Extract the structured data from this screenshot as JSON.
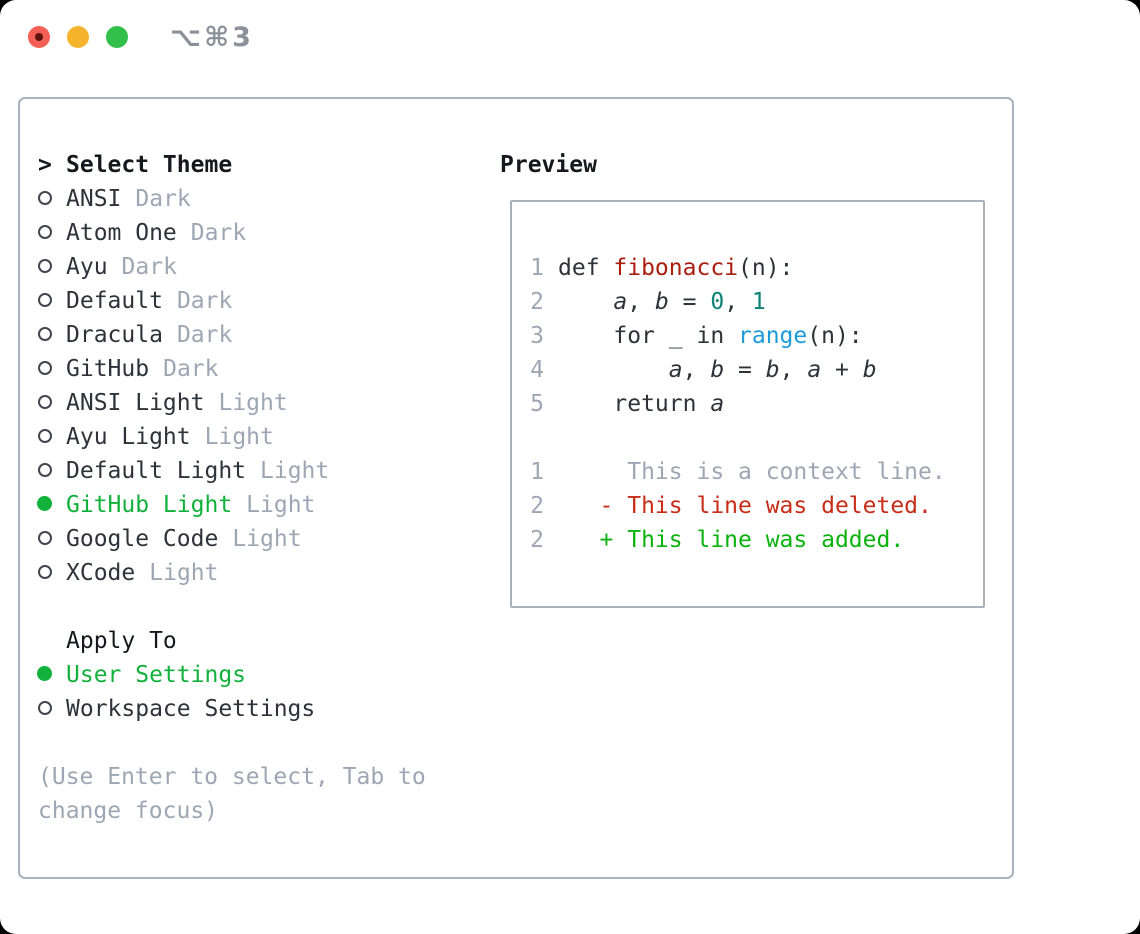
{
  "window": {
    "title": "⌥⌘3"
  },
  "theme_picker": {
    "header_marker": ">",
    "header": "Select Theme",
    "items": [
      {
        "name": "ANSI",
        "tag": "Dark",
        "selected": false
      },
      {
        "name": "Atom One",
        "tag": "Dark",
        "selected": false
      },
      {
        "name": "Ayu",
        "tag": "Dark",
        "selected": false
      },
      {
        "name": "Default",
        "tag": "Dark",
        "selected": false
      },
      {
        "name": "Dracula",
        "tag": "Dark",
        "selected": false
      },
      {
        "name": "GitHub",
        "tag": "Dark",
        "selected": false
      },
      {
        "name": "ANSI Light",
        "tag": "Light",
        "selected": false
      },
      {
        "name": "Ayu Light",
        "tag": "Light",
        "selected": false
      },
      {
        "name": "Default Light",
        "tag": "Light",
        "selected": false
      },
      {
        "name": "GitHub Light",
        "tag": "Light",
        "selected": true
      },
      {
        "name": "Google Code",
        "tag": "Light",
        "selected": false
      },
      {
        "name": "XCode",
        "tag": "Light",
        "selected": false
      }
    ]
  },
  "apply_to": {
    "header": "Apply To",
    "items": [
      {
        "name": "User Settings",
        "selected": true
      },
      {
        "name": "Workspace Settings",
        "selected": false
      }
    ]
  },
  "hint": {
    "line1": "(Use Enter to select, Tab to",
    "line2": "change focus)"
  },
  "preview": {
    "header": "Preview",
    "code_lines": [
      {
        "num": "1",
        "segments": [
          {
            "text": "def ",
            "style": "code"
          },
          {
            "text": "fibonacci",
            "style": "function"
          },
          {
            "text": "(n):",
            "style": "code"
          }
        ]
      },
      {
        "num": "2",
        "segments": [
          {
            "text": "    ",
            "style": "code"
          },
          {
            "text": "a",
            "style": "variable"
          },
          {
            "text": ", ",
            "style": "code"
          },
          {
            "text": "b",
            "style": "variable"
          },
          {
            "text": " = ",
            "style": "code"
          },
          {
            "text": "0",
            "style": "number"
          },
          {
            "text": ", ",
            "style": "code"
          },
          {
            "text": "1",
            "style": "number"
          }
        ]
      },
      {
        "num": "3",
        "segments": [
          {
            "text": "    for _ in ",
            "style": "code"
          },
          {
            "text": "range",
            "style": "builtin"
          },
          {
            "text": "(n):",
            "style": "code"
          }
        ]
      },
      {
        "num": "4",
        "segments": [
          {
            "text": "        ",
            "style": "code"
          },
          {
            "text": "a",
            "style": "variable"
          },
          {
            "text": ", ",
            "style": "code"
          },
          {
            "text": "b",
            "style": "variable"
          },
          {
            "text": " = ",
            "style": "code"
          },
          {
            "text": "b",
            "style": "variable"
          },
          {
            "text": ", ",
            "style": "code"
          },
          {
            "text": "a",
            "style": "variable"
          },
          {
            "text": " + ",
            "style": "code"
          },
          {
            "text": "b",
            "style": "variable"
          }
        ]
      },
      {
        "num": "5",
        "segments": [
          {
            "text": "    return ",
            "style": "code"
          },
          {
            "text": "a",
            "style": "variable"
          }
        ]
      },
      {
        "num": "",
        "segments": []
      },
      {
        "num": "1",
        "segments": [
          {
            "text": "     This is a context line.",
            "style": "context"
          }
        ]
      },
      {
        "num": "2",
        "segments": [
          {
            "text": "   - This line was deleted.",
            "style": "deleted"
          }
        ]
      },
      {
        "num": "2",
        "segments": [
          {
            "text": "   + This line was added.",
            "style": "added"
          }
        ]
      }
    ]
  },
  "colors": {
    "accent_green": "#12b13c",
    "added_green": "#0bb30f",
    "deleted_red": "#c92d18",
    "function_red": "#aa1d0f",
    "builtin_blue": "#1c9bd8",
    "number_teal": "#0e8177",
    "text_dark": "#2d3339",
    "header_black": "#15191e",
    "muted_gray": "#9da7b3",
    "border_gray": "#a9b1bb",
    "titlebar_gray": "#8b9199",
    "traffic_red": "#f35f54",
    "traffic_yellow": "#f6b42c",
    "traffic_green": "#33c04a"
  }
}
